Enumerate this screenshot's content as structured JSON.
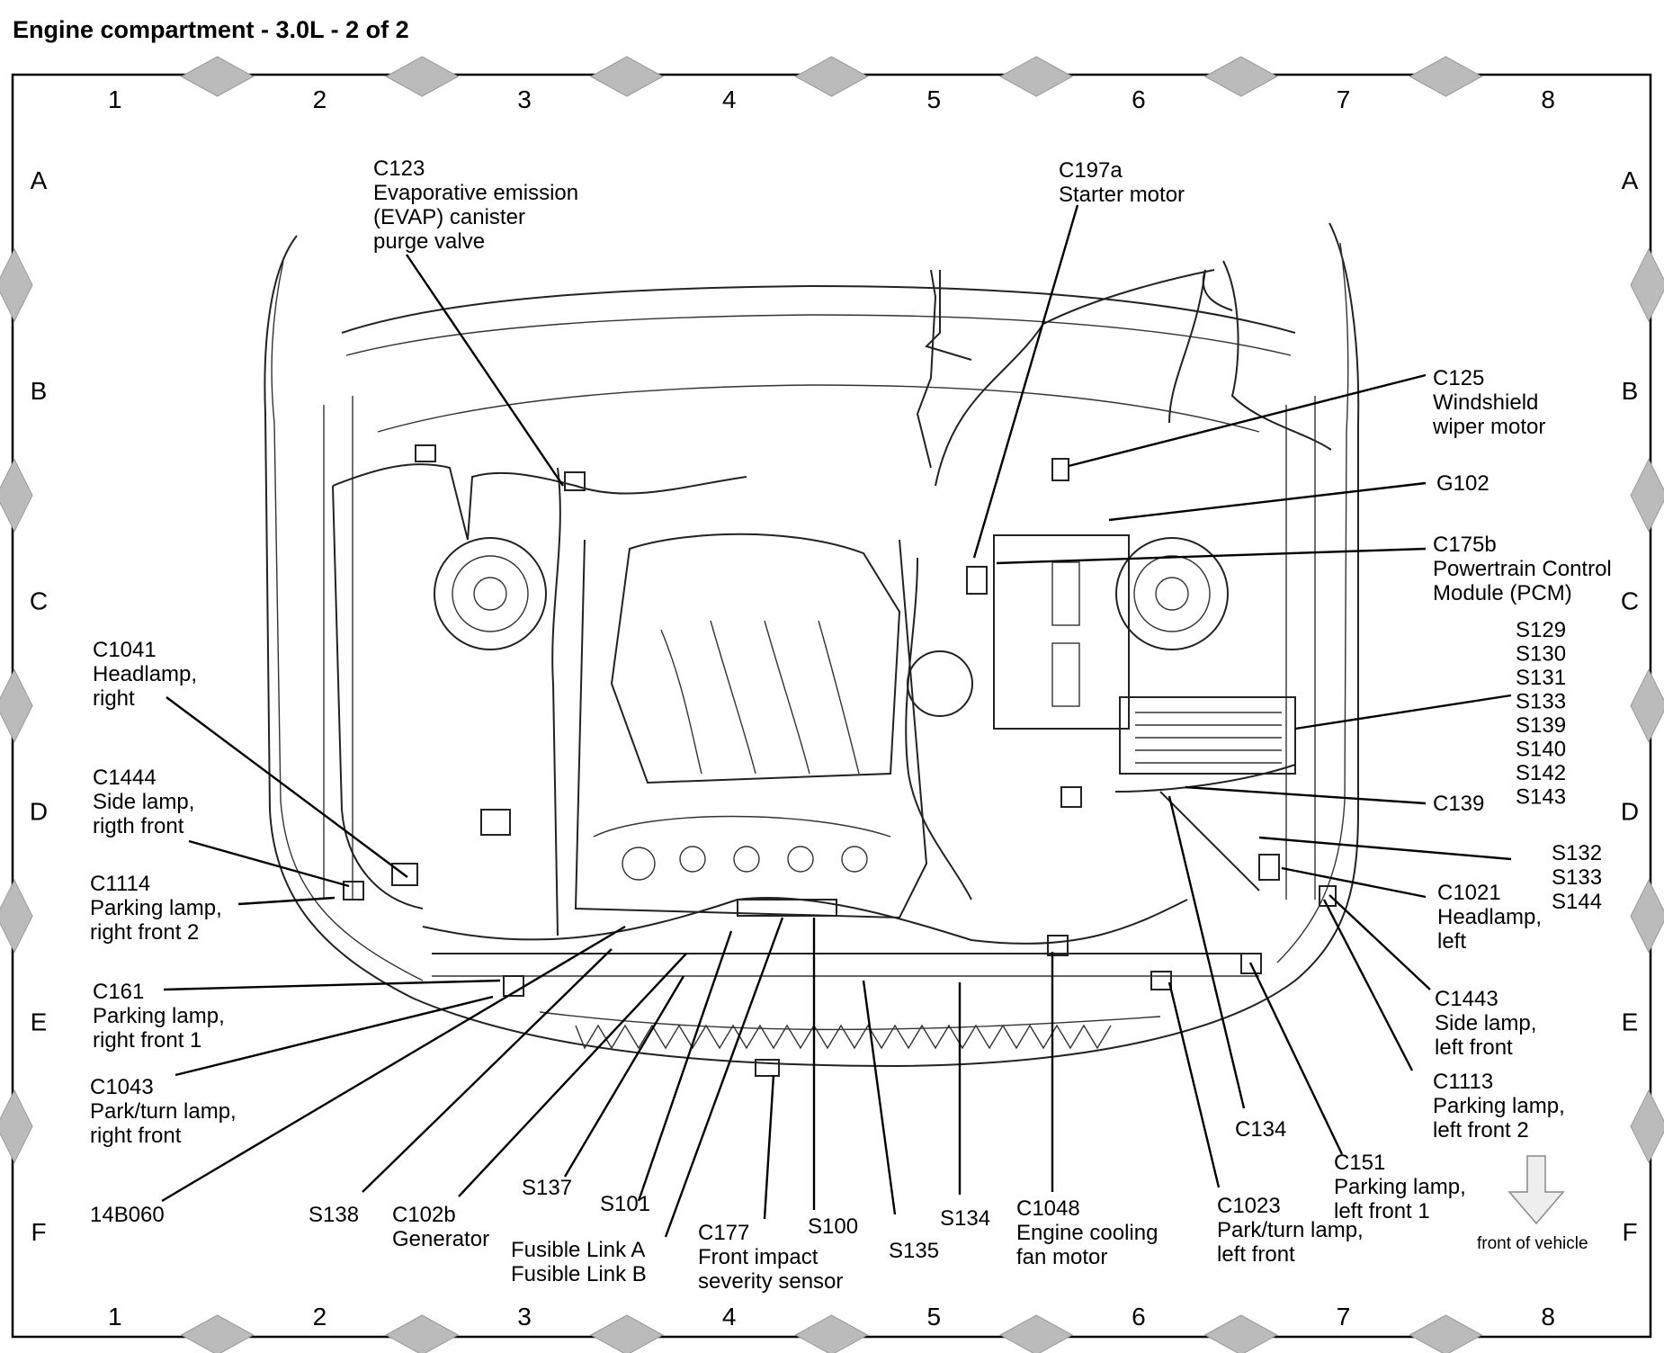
{
  "title": "Engine compartment - 3.0L - 2 of 2",
  "grid": {
    "columns": [
      "1",
      "2",
      "3",
      "4",
      "5",
      "6",
      "7",
      "8"
    ],
    "rows": [
      "A",
      "B",
      "C",
      "D",
      "E",
      "F"
    ]
  },
  "labels": {
    "c123": [
      "C123",
      "Evaporative emission",
      "(EVAP) canister",
      "purge valve"
    ],
    "c197a": [
      "C197a",
      "Starter motor"
    ],
    "c125": [
      "C125",
      "Windshield",
      "wiper motor"
    ],
    "g102": [
      "G102"
    ],
    "c175b": [
      "C175b",
      "Powertrain Control",
      "Module (PCM)"
    ],
    "s_group1": [
      "S129",
      "S130",
      "S131",
      "S133",
      "S139",
      "S140",
      "S142",
      "S143"
    ],
    "c139": [
      "C139"
    ],
    "s_group2": [
      "S132",
      "S133",
      "S144"
    ],
    "c1021": [
      "C1021",
      "Headlamp,",
      "left"
    ],
    "c1443": [
      "C1443",
      "Side lamp,",
      "left front"
    ],
    "c1113": [
      "C1113",
      "Parking lamp,",
      "left front 2"
    ],
    "c134": [
      "C134"
    ],
    "c151": [
      "C151",
      "Parking lamp,",
      "left front 1"
    ],
    "c1023": [
      "C1023",
      "Park/turn lamp,",
      "left front"
    ],
    "c1048": [
      "C1048",
      "Engine cooling",
      "fan motor"
    ],
    "s134": [
      "S134"
    ],
    "s135": [
      "S135"
    ],
    "s100": [
      "S100"
    ],
    "c177": [
      "C177",
      "Front impact",
      "severity sensor"
    ],
    "fusible": [
      "Fusible Link A",
      "Fusible Link B"
    ],
    "s101": [
      "S101"
    ],
    "s137": [
      "S137"
    ],
    "c102b": [
      "C102b",
      "Generator"
    ],
    "s138": [
      "S138"
    ],
    "b14b060": [
      "14B060"
    ],
    "c1043": [
      "C1043",
      "Park/turn lamp,",
      "right front"
    ],
    "c161": [
      "C161",
      "Parking lamp,",
      "right front 1"
    ],
    "c1114": [
      "C1114",
      "Parking lamp,",
      "right front 2"
    ],
    "c1444": [
      "C1444",
      "Side lamp,",
      "rigth front"
    ],
    "c1041": [
      "C1041",
      "Headlamp,",
      "right"
    ]
  },
  "front_of_vehicle": "front of vehicle"
}
